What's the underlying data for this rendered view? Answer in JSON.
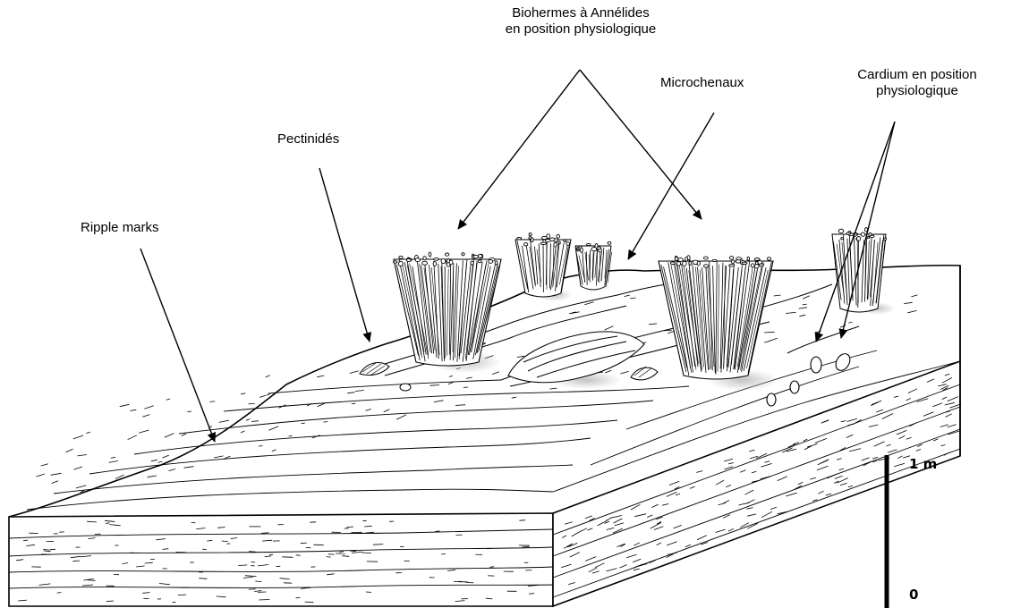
{
  "labels": {
    "biohermes_line1": "Biohermes à Annélides",
    "biohermes_line2": "en position physiologique",
    "microchenaux": "Microchenaux",
    "cardium_line1": "Cardium en position",
    "cardium_line2": "physiologique",
    "pectinides": "Pectinidés",
    "ripple_marks": "Ripple marks"
  },
  "scale": {
    "top_label": "1 m",
    "bottom_label": "0"
  },
  "colors": {
    "ink": "#000000",
    "shade": "#bdbdbd",
    "background": "#ffffff"
  }
}
